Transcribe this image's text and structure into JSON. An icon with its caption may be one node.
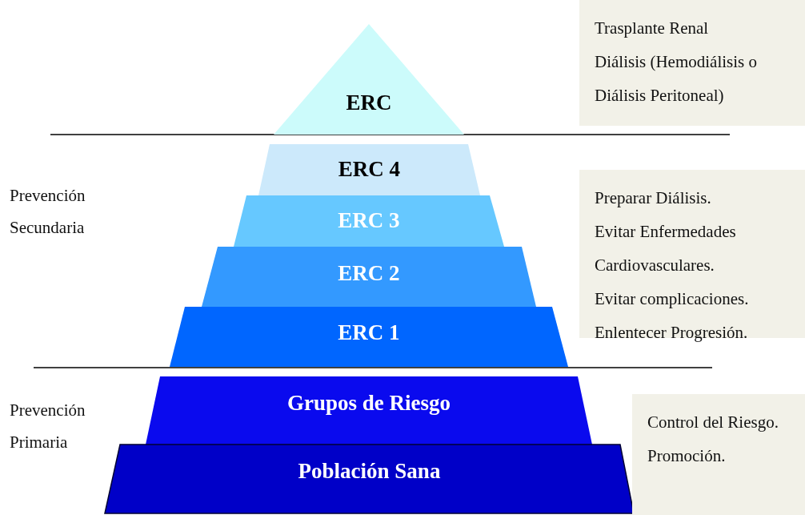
{
  "diagram": {
    "nodes": [
      {
        "text": [
          "ERC"
        ]
      },
      {
        "text": [
          "ERC 4"
        ]
      },
      {
        "text": [
          "ERC 3"
        ]
      },
      {
        "text": [
          "ERC 2"
        ]
      },
      {
        "text": [
          "ERC 1"
        ]
      },
      {
        "text": [
          "Grupos de Riesgo"
        ]
      },
      {
        "text": [
          "Población Sana"
        ]
      },
      {
        "text": [
          "Trasplante Renal",
          "Diálisis (Hemodiálisis o Diálisis Peritoneal)"
        ]
      },
      {
        "text": [
          "Preparar Diálisis.",
          "Evitar Enfermedades Cardiovasculares.",
          "Evitar complicaciones.",
          "Enlentecer Progresión."
        ]
      },
      {
        "text": [
          "Control del Riesgo.",
          "Promoción."
        ]
      }
    ],
    "labels": [
      "Prevención Secundaria",
      "Prevención Primaria"
    ]
  }
}
